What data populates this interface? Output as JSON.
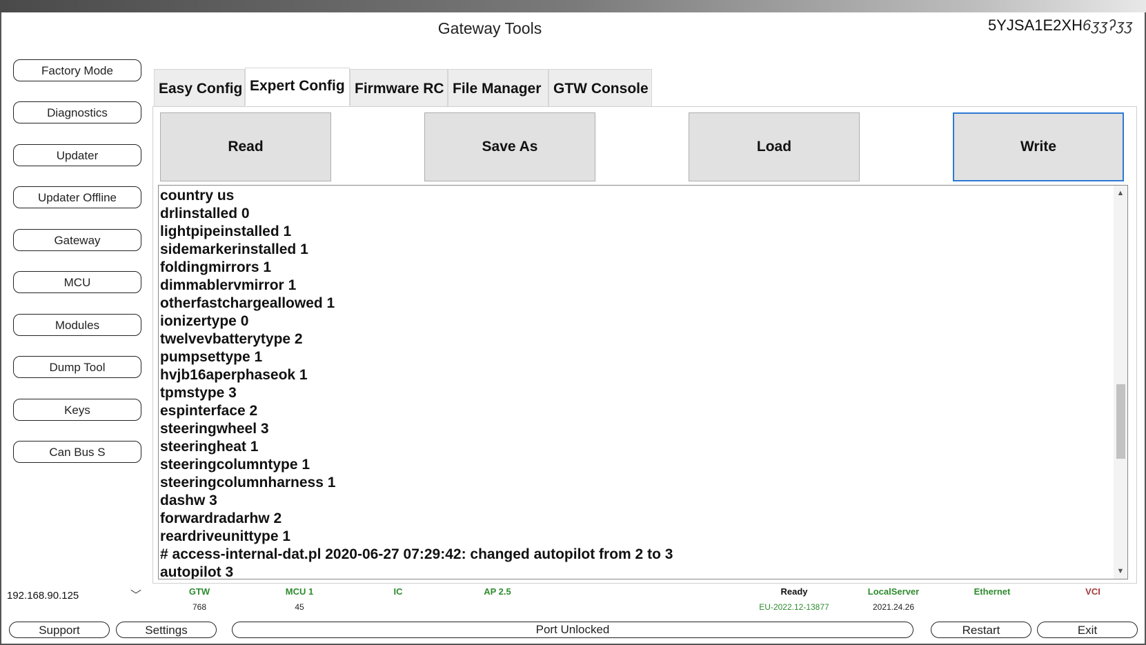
{
  "window": {
    "title": "Gateway Tools",
    "vin_prefix": "5YJSA1E2XH",
    "vin_masked": "6ʒʒʔʒʒ"
  },
  "sidebar": {
    "items": [
      {
        "label": "Factory Mode"
      },
      {
        "label": "Diagnostics"
      },
      {
        "label": "Updater"
      },
      {
        "label": "Updater Offline"
      },
      {
        "label": "Gateway"
      },
      {
        "label": "MCU"
      },
      {
        "label": "Modules"
      },
      {
        "label": "Dump Tool"
      },
      {
        "label": "Keys"
      },
      {
        "label": "Can Bus S"
      }
    ]
  },
  "tabs": [
    {
      "label": "Easy Config",
      "active": false
    },
    {
      "label": "Expert Config",
      "active": true
    },
    {
      "label": "Firmware RC",
      "active": false
    },
    {
      "label": "File Manager",
      "active": false
    },
    {
      "label": "GTW Console",
      "active": false
    }
  ],
  "actions": {
    "read": "Read",
    "save_as": "Save As",
    "load": "Load",
    "write": "Write"
  },
  "editor": {
    "lines": [
      "country us",
      "drlinstalled 0",
      "lightpipeinstalled 1",
      "sidemarkerinstalled 1",
      "foldingmirrors 1",
      "dimmablervmirror 1",
      "otherfastchargeallowed 1",
      "ionizertype 0",
      "twelvevbatterytype 2",
      "pumpsettype 1",
      "hvjb16aperphaseok 1",
      "tpmstype 3",
      "espinterface 2",
      "steeringwheel 3",
      "steeringheat 1",
      "steeringcolumntype 1",
      "steeringcolumnharness 1",
      "dashw 3",
      "forwardradarhw 2",
      "reardriveunittype 1",
      "# access-internal-dat.pl 2020-06-27 07:29:42: changed autopilot from 2 to 3",
      "autopilot 3"
    ],
    "scroll_up_icon": "▲",
    "scroll_down_icon": "▼"
  },
  "connection": {
    "ip": "192.168.90.125",
    "chevron_icon": "﹀"
  },
  "status": {
    "gtw": {
      "label": "GTW",
      "value": "768",
      "color": "#2e8b2e"
    },
    "mcu": {
      "label": "MCU 1",
      "value": "45",
      "color": "#2e8b2e"
    },
    "ic": {
      "label": "IC",
      "color": "#2e8b2e"
    },
    "ap": {
      "label": "AP 2.5",
      "color": "#2e8b2e"
    },
    "ready": {
      "label": "Ready",
      "value": "EU-2022.12-13877",
      "label_color": "#111111",
      "value_color": "#2e8b2e"
    },
    "localserver": {
      "label": "LocalServer",
      "value": "2021.24.26",
      "color": "#2e8b2e"
    },
    "ethernet": {
      "label": "Ethernet",
      "color": "#2e8b2e"
    },
    "vci": {
      "label": "VCI",
      "color": "#a33a3a"
    }
  },
  "bottom": {
    "support": "Support",
    "settings": "Settings",
    "status_text": "Port Unlocked",
    "restart": "Restart",
    "exit": "Exit"
  }
}
